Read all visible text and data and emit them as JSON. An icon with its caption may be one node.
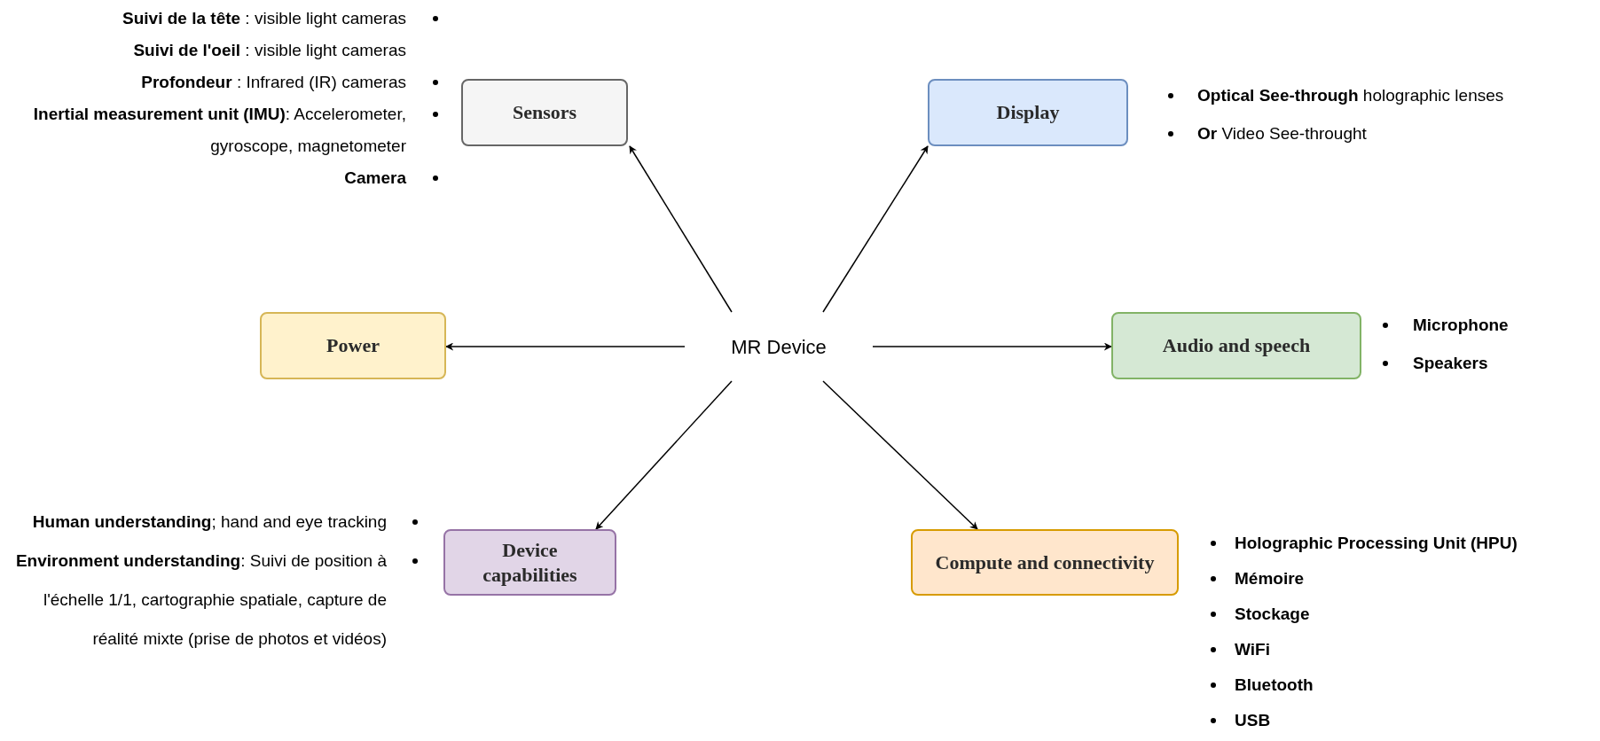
{
  "diagram": {
    "nodes": [
      {
        "text": [
          "MR Device"
        ]
      },
      {
        "text": [
          "Sensors"
        ],
        "beside": [
          "**Suivi de la tête** : visible light cameras",
          "**Suivi de l'oeil** : visible light cameras",
          "**Profondeur** : Infrared (IR) cameras",
          "**Inertial measurement unit (IMU)**: Accelerometer, gyroscope, magnetometer",
          "Camera"
        ]
      },
      {
        "text": [
          "Display"
        ],
        "beside": [
          "**Optical See-through** holographic lenses",
          "**Or** Video See-throught"
        ]
      },
      {
        "text": [
          "Power"
        ]
      },
      {
        "text": [
          "Audio and speech"
        ],
        "beside": [
          "Microphone",
          "Speakers"
        ]
      },
      {
        "text": [
          "Device capabilities"
        ],
        "beside": [
          "**Human understanding**; hand and eye tracking",
          "**Environment understanding**: Suivi de position à l'échelle 1/1, cartographie spatiale, capture de réalité mixte (prise de photos et vidéos)"
        ]
      },
      {
        "text": [
          "Compute and connectivity"
        ],
        "beside": [
          "Holographic Processing Unit (HPU)",
          "Mémoire",
          "Stockage",
          "WiFi",
          "Bluetooth",
          "USB"
        ]
      }
    ],
    "edges": [
      {
        "from": 0,
        "to": 1,
        "arrow": "to"
      },
      {
        "from": 0,
        "to": 2,
        "arrow": "to"
      },
      {
        "from": 0,
        "to": 3,
        "arrow": "to"
      },
      {
        "from": 0,
        "to": 4,
        "arrow": "to"
      },
      {
        "from": 0,
        "to": 5,
        "arrow": "to"
      },
      {
        "from": 0,
        "to": 6,
        "arrow": "to"
      }
    ]
  }
}
